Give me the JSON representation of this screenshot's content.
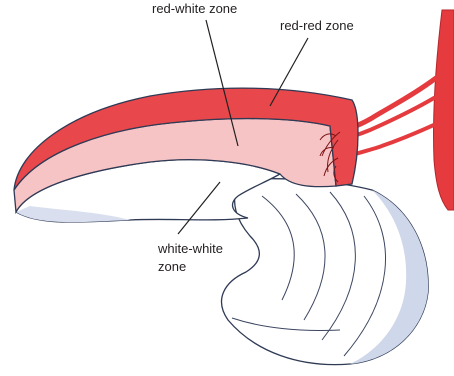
{
  "labels": {
    "red_white": "red-white zone",
    "red_red": "red-red zone",
    "white_white_line1": "white-white",
    "white_white_line2": "zone"
  },
  "colors": {
    "red_red": "#e8474b",
    "red_white": "#f7c4c6",
    "white_white": "#ffffff",
    "shadow": "#cfd7ea",
    "vessel": "#e53b3f",
    "vessel_dark": "#b3262a"
  }
}
